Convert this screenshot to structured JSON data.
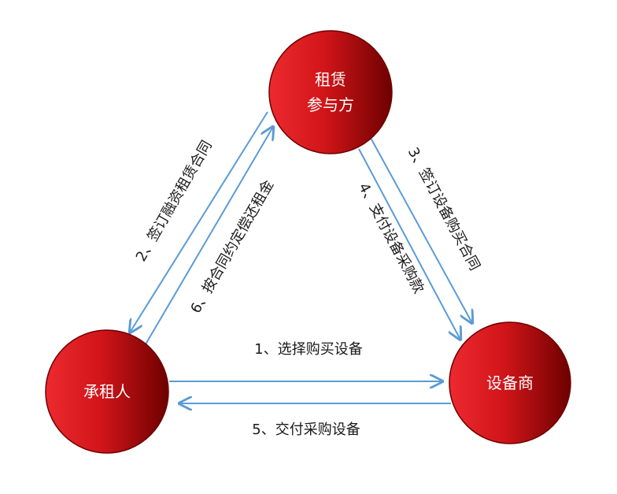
{
  "nodes": {
    "lessor": {
      "line1": "租赁",
      "line2": "参与方"
    },
    "lessee": {
      "label": "承租人"
    },
    "supplier": {
      "label": "设备商"
    }
  },
  "edges": {
    "step1": "1、选择购买设备",
    "step2": "2、签订融资租赁合同",
    "step3": "3、签订设备购买合同",
    "step4": "4、支付设备采购款",
    "step5": "5、交付采购设备",
    "step6": "6、按合同约定偿还租金"
  },
  "colors": {
    "node_light": "#e8232b",
    "node_dark": "#6e0000",
    "arrow": "#5b9bd5"
  }
}
